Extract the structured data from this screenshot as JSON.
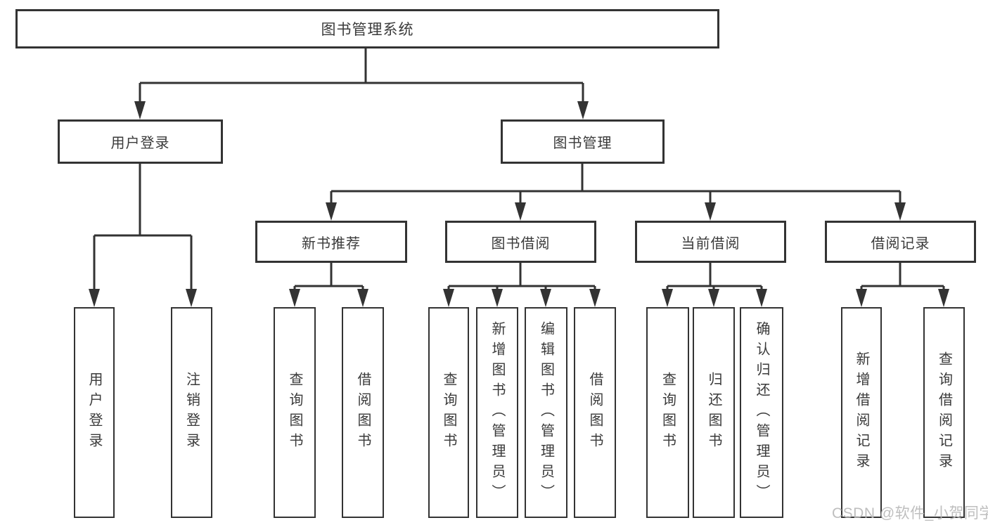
{
  "tree": {
    "root": {
      "label": "图书管理系统"
    },
    "branches": [
      {
        "label": "用户登录",
        "children": [
          {
            "label": "用户登录"
          },
          {
            "label": "注销登录"
          }
        ]
      },
      {
        "label": "图书管理",
        "children": [
          {
            "label": "新书推荐",
            "children": [
              {
                "label": "查询图书"
              },
              {
                "label": "借阅图书"
              }
            ]
          },
          {
            "label": "图书借阅",
            "children": [
              {
                "label": "查询图书"
              },
              {
                "label": "新增图书（管理员）"
              },
              {
                "label": "编辑图书（管理员）"
              },
              {
                "label": "借阅图书"
              }
            ]
          },
          {
            "label": "当前借阅",
            "children": [
              {
                "label": "查询图书"
              },
              {
                "label": "归还图书"
              },
              {
                "label": "确认归还（管理员）"
              }
            ]
          },
          {
            "label": "借阅记录",
            "children": [
              {
                "label": "新增借阅记录"
              },
              {
                "label": "查询借阅记录"
              }
            ]
          }
        ]
      }
    ]
  },
  "watermark": {
    "text": "CSDN @软件_小贺同学"
  },
  "colors": {
    "line": "#333333",
    "text": "#3a3a3a",
    "box_background": "#ffffff",
    "watermark_text": "#b8b8b8"
  }
}
